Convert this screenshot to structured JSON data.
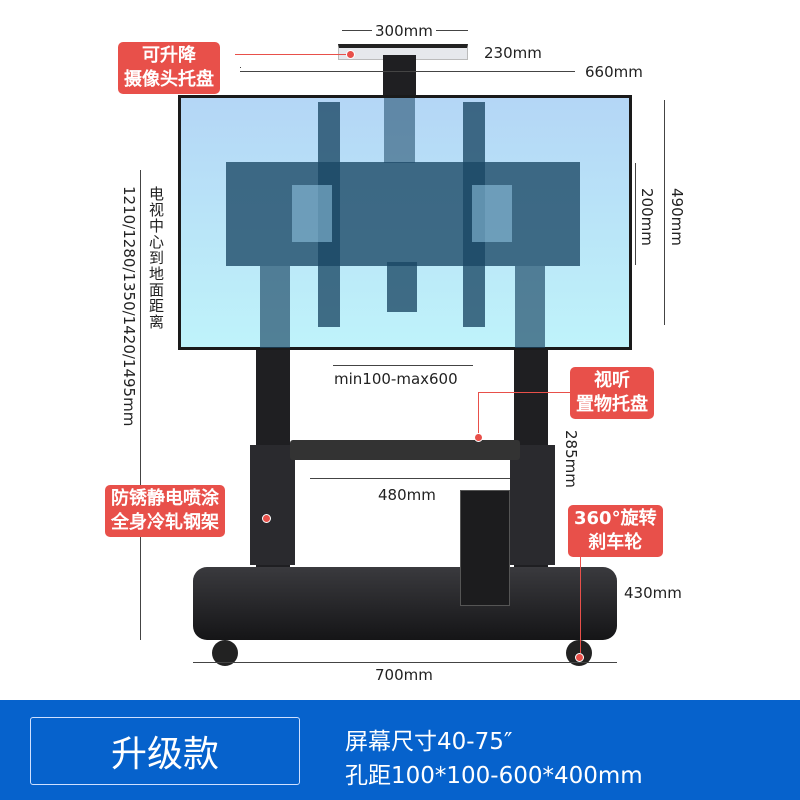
{
  "labels": {
    "camera_tray": [
      "可升降",
      "摄像头托盘"
    ],
    "av_tray": [
      "视听",
      "置物托盘"
    ],
    "frame": [
      "防锈静电喷涂",
      "全身冷轧钢架"
    ],
    "wheels": [
      "360°旋转",
      "刹车轮"
    ]
  },
  "dimensions": {
    "camera_width": "300mm",
    "camera_depth": "230mm",
    "column_height": "660mm",
    "bracket_height": "490mm",
    "bracket_plate": "200mm",
    "vesa_range": "min100-max600",
    "shelf_width": "480mm",
    "shelf_height": "285mm",
    "base_depth": "430mm",
    "base_width": "700mm",
    "center_height_label": "电视中心到地面距离",
    "center_height_values": "1210/1280/1350/1420/1495mm"
  },
  "banner": {
    "model": "升级款",
    "screen_size": "屏幕尺寸40-75″",
    "hole_spacing": "孔距100*100-600*400mm"
  },
  "colors": {
    "accent_red": "#e8504a",
    "banner_blue": "#0662cc"
  }
}
